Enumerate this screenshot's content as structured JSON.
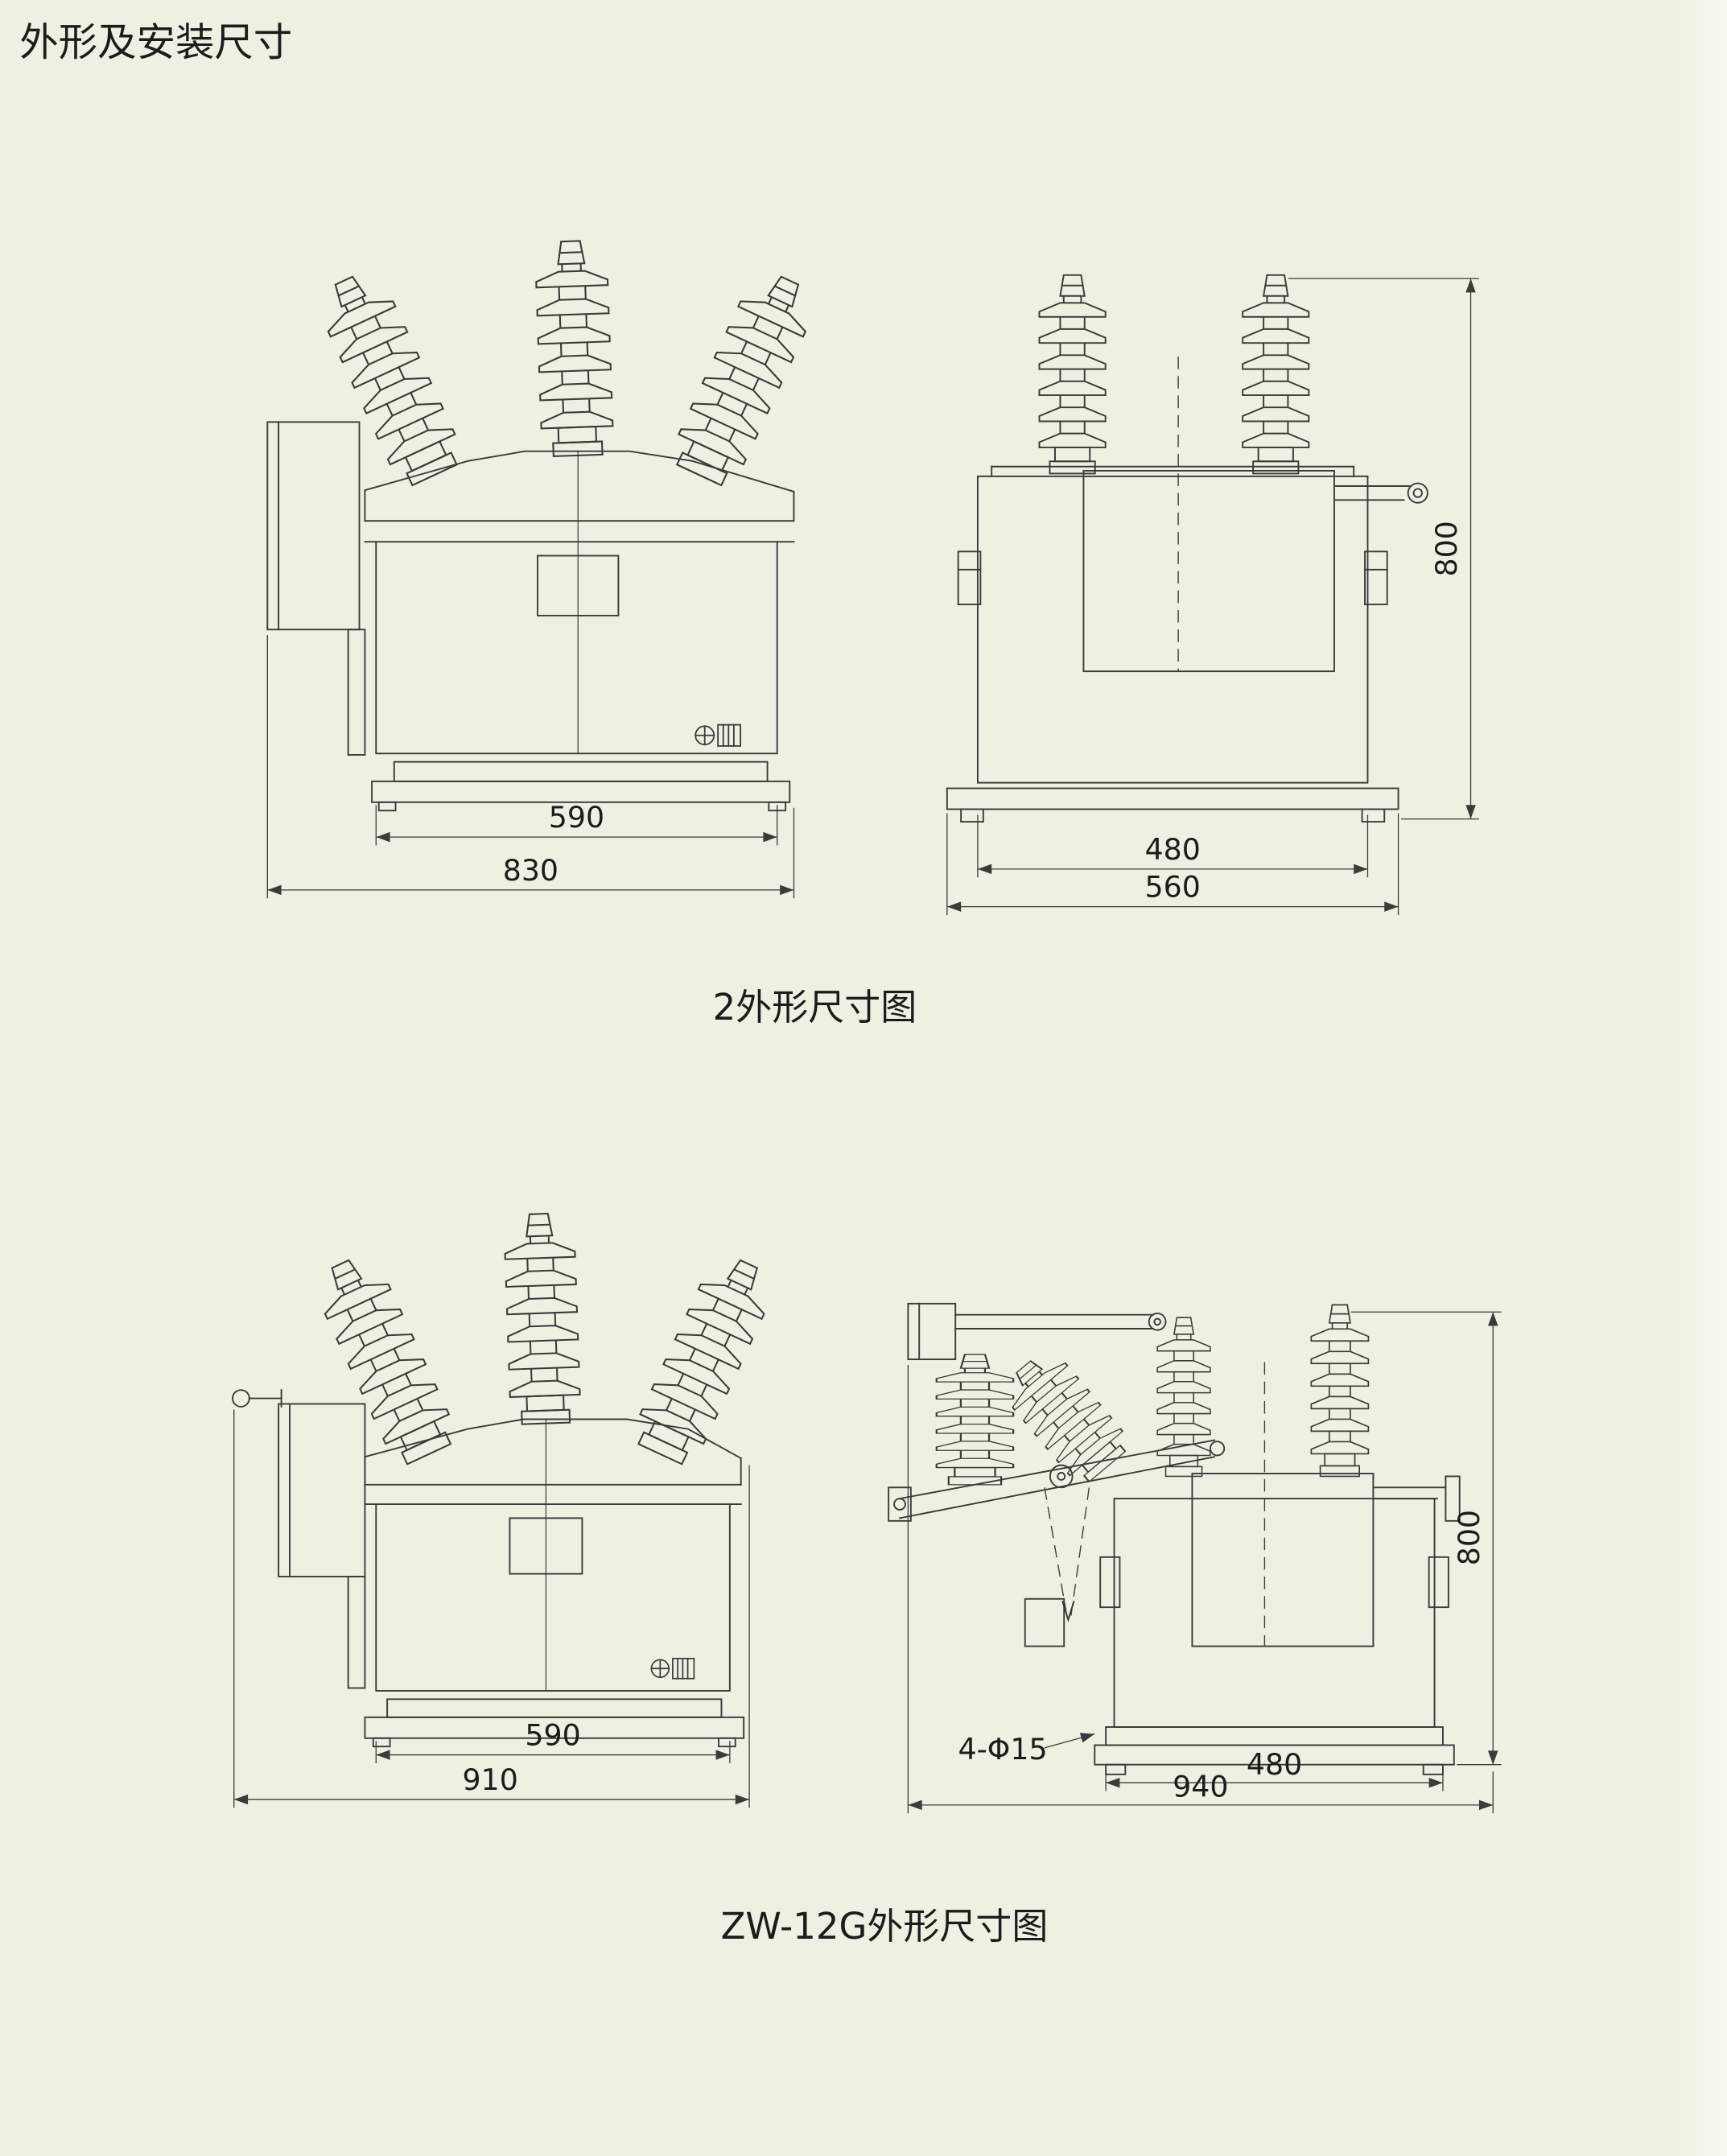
{
  "page": {
    "title": "外形及安装尺寸",
    "background_color": "#edf1e2",
    "line_color": "#3b3b3b"
  },
  "figure1": {
    "caption": "2外形尺寸图",
    "front_view": {
      "dim_inner_width": "590",
      "dim_overall_width": "830"
    },
    "side_view": {
      "dim_height": "800",
      "dim_inner_width": "480",
      "dim_overall_width": "560"
    }
  },
  "figure2": {
    "caption": "ZW-12G外形尺寸图",
    "front_view": {
      "dim_inner_width": "590",
      "dim_overall_width": "910"
    },
    "side_view": {
      "dim_height": "800",
      "dim_inner_width": "480",
      "dim_overall_width": "940",
      "mounting_holes": "4-Φ15"
    }
  }
}
